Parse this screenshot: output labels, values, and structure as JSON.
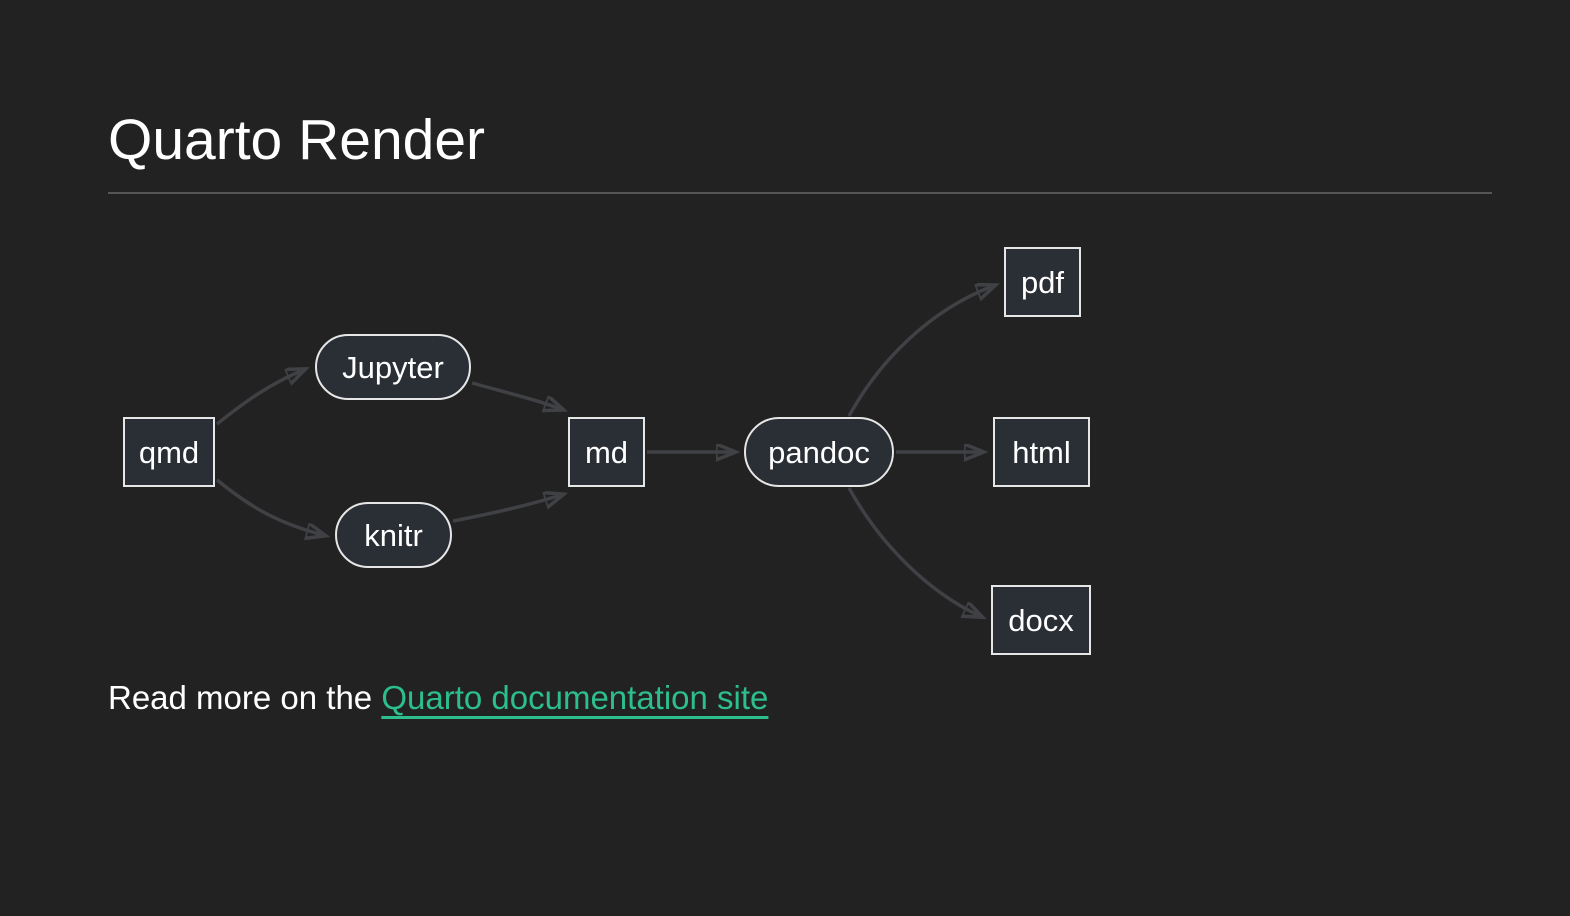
{
  "page": {
    "title": "Quarto Render"
  },
  "diagram": {
    "type": "flowchart-lr",
    "nodes": [
      {
        "id": "qmd",
        "label": "qmd",
        "shape": "rect"
      },
      {
        "id": "jupyter",
        "label": "Jupyter",
        "shape": "stadium"
      },
      {
        "id": "knitr",
        "label": "knitr",
        "shape": "stadium"
      },
      {
        "id": "md",
        "label": "md",
        "shape": "rect"
      },
      {
        "id": "pandoc",
        "label": "pandoc",
        "shape": "stadium"
      },
      {
        "id": "pdf",
        "label": "pdf",
        "shape": "rect"
      },
      {
        "id": "html",
        "label": "html",
        "shape": "rect"
      },
      {
        "id": "docx",
        "label": "docx",
        "shape": "rect"
      }
    ],
    "edges": [
      {
        "from": "qmd",
        "to": "jupyter"
      },
      {
        "from": "qmd",
        "to": "knitr"
      },
      {
        "from": "jupyter",
        "to": "md"
      },
      {
        "from": "knitr",
        "to": "md"
      },
      {
        "from": "md",
        "to": "pandoc"
      },
      {
        "from": "pandoc",
        "to": "pdf"
      },
      {
        "from": "pandoc",
        "to": "html"
      },
      {
        "from": "pandoc",
        "to": "docx"
      }
    ]
  },
  "footer": {
    "text_prefix": "Read more on the ",
    "link_label": "Quarto documentation site"
  },
  "colors": {
    "bg": "#222222",
    "text": "#ffffff",
    "node-fill": "#2a2e35",
    "node-border": "#e6e6e6",
    "edge": "#3f4145",
    "arrow": "#4d5054",
    "rule": "#555555",
    "link": "#2dbe8d"
  }
}
